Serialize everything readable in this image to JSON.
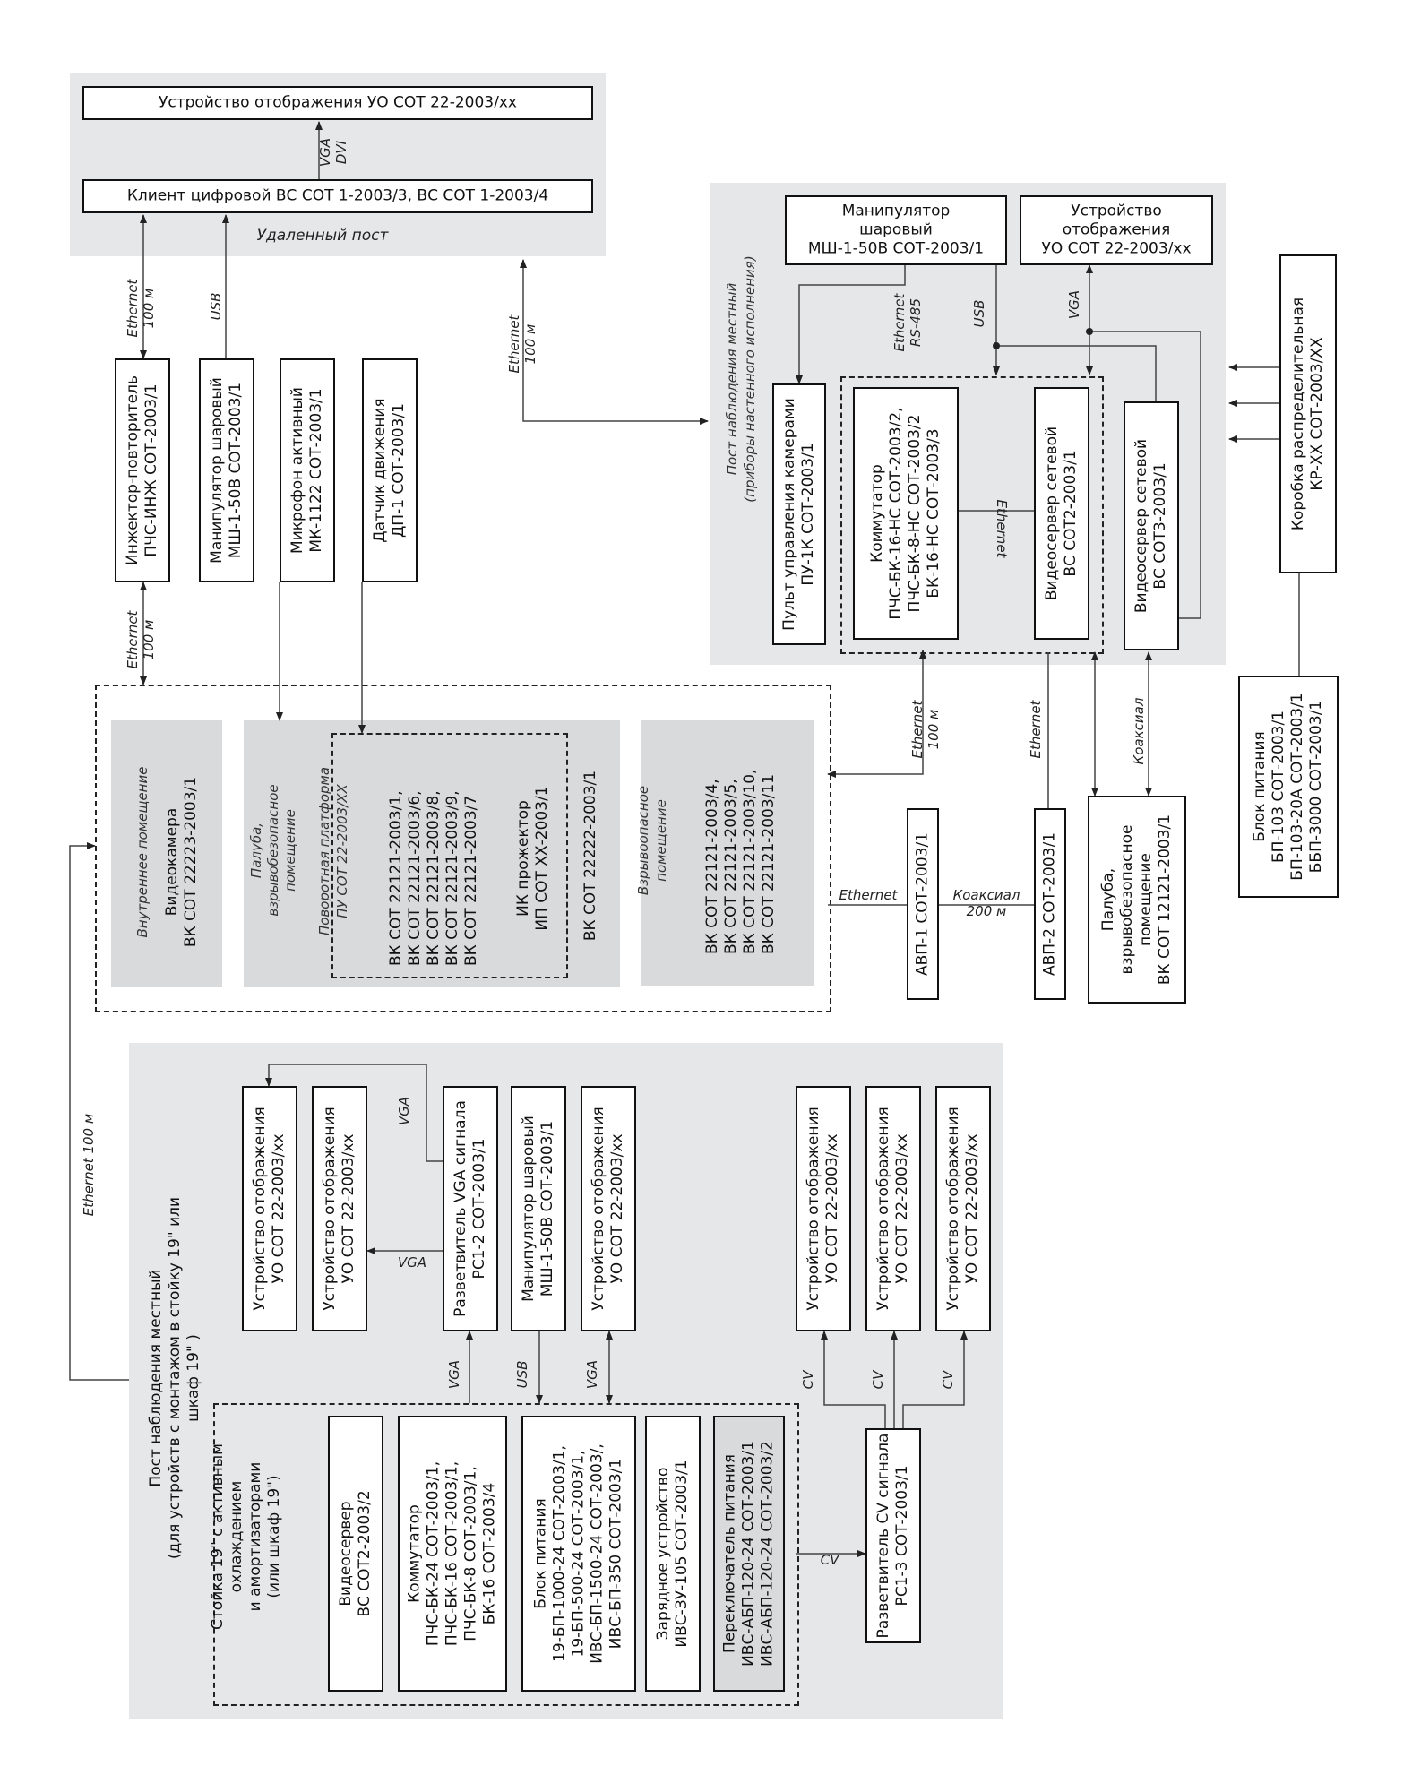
{
  "remote": {
    "display": "Устройство отображения УО СОТ 22-2003/хх",
    "client": "Клиент цифровой ВС СОТ  1-2003/3, ВС СОТ 1-2003/4",
    "caption": "Удаленный пост",
    "link_vga_dvi": "VGA\nDVI"
  },
  "left_column": {
    "injector": "Инжектор-повторитель\nПЧС-ИНЖ СОТ-2003/1",
    "manipulator": "Манипулятор шаровый\nМШ-1-50В СОТ-2003/1",
    "microphone": "Микрофон активный\nМК-1122 СОТ-2003/1",
    "motion_sensor": "Датчик движения\nДП-1 СОТ-2003/1",
    "link_top": "Ethernet\n100 м",
    "link_usb": "USB",
    "link_bottom": "Ethernet\n100 м"
  },
  "link_remote_local": "Ethernet\n100 м",
  "local_wall": {
    "caption": "Пост наблюдения местный\n(приборы настенного исполнения)",
    "manipulator": "Манипулятор\nшаровый\nМШ-1-50В СОТ-2003/1",
    "display": "Устройство\nотображения\nУО СОТ 22-2003/хх",
    "control_panel": "Пульт управления камерами\nПУ-1К СОТ-2003/1",
    "switch": "Коммутатор\nПЧС-БК-16-НС СОТ-2003/2,\nПЧС-БК-8-НС СОТ-2003/2\nБК-16-НС СОТ-2003/3",
    "videoserver2": "Видеосервер сетевой\nВС СОТ2-2003/1",
    "videoserver3": "Видеосервер сетевой\nВС СОТ3-2003/1",
    "link_ethernet_rs485": "Ethernet\nRS-485",
    "link_usb": "USB",
    "link_vga": "VGA",
    "link_inner": "Ethernet"
  },
  "distribution_box": "Коробка распределительная\nКР-ХХ СОТ-2003/ХХ",
  "power_unit": "Блок питания\nБП-103 СОТ-2003/1\nБП-103-20А СОТ-2003/1\nББП-3000 СОТ-2003/1",
  "cameras": {
    "indoor_caption": "Внутреннее помещение",
    "indoor_camera": "Видеокамера\nВК СОТ 22223-2003/1",
    "deck_caption": "Палуба,\nвзрывобезопасное\nпомещение",
    "platform_caption": "Поворотная платформа\nПУ СОТ 22-2003/ХХ",
    "platform_cameras": "ВК СОТ 22121-2003/1,\nВК СОТ 22121-2003/6,\nВК СОТ 22121-2003/8,\nВК СОТ 22121-2003/9,\nВК СОТ 22121-2003/7",
    "ir_projector": "ИК прожектор\nИП СОТ ХХ-2003/1",
    "deck_camera": "ВК СОТ 22222-2003/1",
    "explosion_caption": "Взрывоопасное\nпомещение",
    "explosion_cameras": "ВК СОТ 22121-2003/4,\nВК СОТ 22121-2003/5,\nВК СОТ 22121-2003/10,\nВК СОТ 22121-2003/11"
  },
  "avp1": "АВП-1 СОТ-2003/1",
  "avp2": "АВП-2 СОТ-2003/1",
  "link_cam_ethernet_100": "Ethernet\n100 м",
  "link_avp_ethernet": "Ethernet",
  "link_avp_coax": "Коаксиал\n200 м",
  "link_avp2_ethernet": "Ethernet",
  "link_coax": "Коаксиал",
  "deck_camera_right": "Палуба,\nвзрывобезопасное\nпомещение\nВК СОТ 12121-2003/1",
  "link_left_ethernet": "Ethernet 100 м",
  "rack_post": {
    "caption": "Пост наблюдения местный\n(для устройств с монтажом в стойку 19\" или шкаф 19\" )",
    "rack_caption": "Стойка 19\" с активным\nохлаждением\nи амортизаторами\n(или шкаф 19\")",
    "display1": "Устройство отображения\nУО СОТ 22-2003/хх",
    "display2": "Устройство отображения\nУО СОТ 22-2003/хх",
    "vga_splitter": "Разветвитель VGA сигнала\nРС1-2 СОТ-2003/1",
    "manipulator": "Манипулятор шаровый\nМШ-1-50В СОТ-2003/1",
    "display3": "Устройство отображения\nУО СОТ 22-2003/хх",
    "display4": "Устройство отображения\nУО СОТ 22-2003/хх",
    "display5": "Устройство отображения\nУО СОТ 22-2003/хх",
    "display6": "Устройство отображения\nУО СОТ 22-2003/хх",
    "videoserver": "Видеосервер\nВС СОТ2-2003/2",
    "switch": "Коммутатор\nПЧС-БК-24 СОТ-2003/1,\nПЧС-БК-16 СОТ-2003/1,\nПЧС-БК-8 СОТ-2003/1,\nБК-16 СОТ-2003/4",
    "power": "Блок питания\n19-БП-1000-24 СОТ-2003/1,\n19-БП-500-24 СОТ-2003/1,\nИВС-БП-1500-24 СОТ-2003/,\nИВС-БП-350 СОТ-2003/1",
    "charger": "Зарядное устройство\nИВС-ЗУ-105 СОТ-2003/1",
    "power_switch": "Переключатель питания\nИВС-АБП-120-24 СОТ-2003/1\nИВС-АБП-120-24 СОТ-2003/2",
    "cv_splitter": "Разветвитель CV сигнала\nРС1-3 СОТ-2003/1",
    "link_vga_top": "VGA",
    "link_vga_left": "VGA",
    "link_vga_rack": "VGA",
    "link_usb": "USB",
    "link_vga_display": "VGA",
    "link_cv": "CV",
    "link_cv1": "CV",
    "link_cv2": "CV",
    "link_cv3": "CV"
  }
}
